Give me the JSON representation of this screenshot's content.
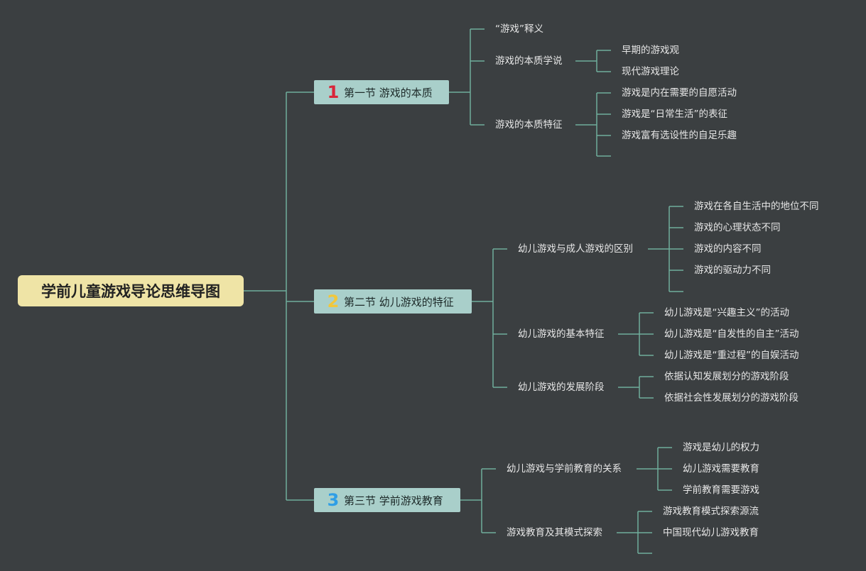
{
  "root": {
    "title": "学前儿童游戏导论思维导图"
  },
  "colors": {
    "line": "#6fae9c",
    "num1": "#d9263a",
    "num2": "#f2c73a",
    "num3": "#2f9ee6"
  },
  "sections": [
    {
      "num": "1",
      "label": "第一节 游戏的本质",
      "children": [
        {
          "label": "“游戏”释义",
          "children": []
        },
        {
          "label": "游戏的本质学说",
          "children": [
            "早期的游戏观",
            "现代游戏理论"
          ]
        },
        {
          "label": "游戏的本质特征",
          "children": [
            "游戏是内在需要的自愿活动",
            "游戏是“日常生活”的表征",
            "游戏富有选设性的自足乐趣",
            ""
          ]
        }
      ]
    },
    {
      "num": "2",
      "label": "第二节 幼儿游戏的特征",
      "children": [
        {
          "label": "幼儿游戏与成人游戏的区别",
          "children": [
            "游戏在各自生活中的地位不同",
            "游戏的心理状态不同",
            "游戏的内容不同",
            "游戏的驱动力不同",
            ""
          ]
        },
        {
          "label": "幼儿游戏的基本特征",
          "children": [
            "幼儿游戏是“兴趣主义”的活动",
            "幼儿游戏是“自发性的自主”活动",
            "幼儿游戏是“重过程”的自娱活动"
          ]
        },
        {
          "label": "幼儿游戏的发展阶段",
          "children": [
            "依据认知发展划分的游戏阶段",
            "依据社会性发展划分的游戏阶段"
          ]
        }
      ]
    },
    {
      "num": "3",
      "label": "第三节 学前游戏教育",
      "children": [
        {
          "label": "幼儿游戏与学前教育的关系",
          "children": [
            "游戏是幼儿的权力",
            "幼儿游戏需要教育",
            "学前教育需要游戏"
          ]
        },
        {
          "label": "游戏教育及其模式探索",
          "children": [
            "游戏教育模式探索源流",
            "中国现代幼儿游戏教育",
            ""
          ]
        }
      ]
    }
  ]
}
